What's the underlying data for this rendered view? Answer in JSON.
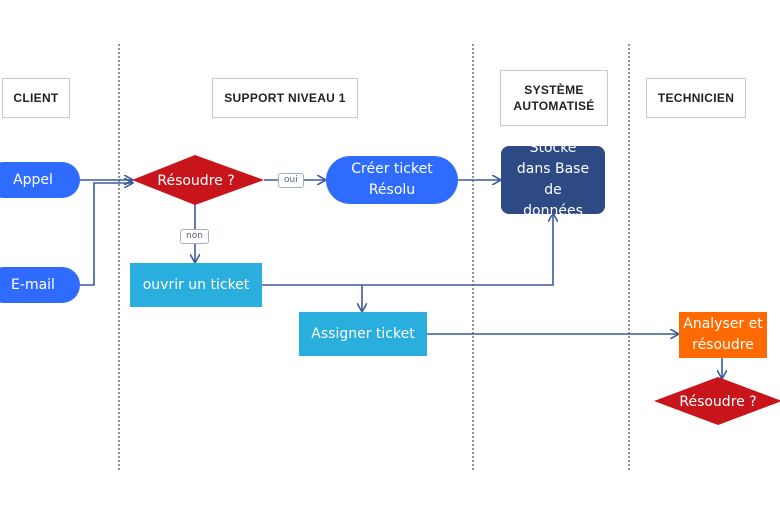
{
  "lanes": {
    "client": "CLIENT",
    "support": "SUPPORT NIVEAU 1",
    "system": "SYSTÈME AUTOMATISÉ",
    "technician": "TECHNICIEN"
  },
  "nodes": {
    "appel": "Appel",
    "email": "E-mail",
    "resoudre_1": "Résoudre ?",
    "creer_ticket": "Créer ticket Résolu",
    "stocke": "Stocké dans Base de données",
    "ouvrir_ticket": "ouvrir un ticket",
    "assigner_ticket": "Assigner ticket",
    "analyser": "Analyser et résoudre",
    "resoudre_2": "Résoudre ?"
  },
  "edge_labels": {
    "oui": "oui",
    "non": "non"
  },
  "colors": {
    "pill_blue": "#2f6bff",
    "diamond_red": "#c8151b",
    "cyan": "#2aaede",
    "navy": "#2d4a85",
    "orange": "#ff6a00",
    "connector": "#3b5aa0"
  }
}
